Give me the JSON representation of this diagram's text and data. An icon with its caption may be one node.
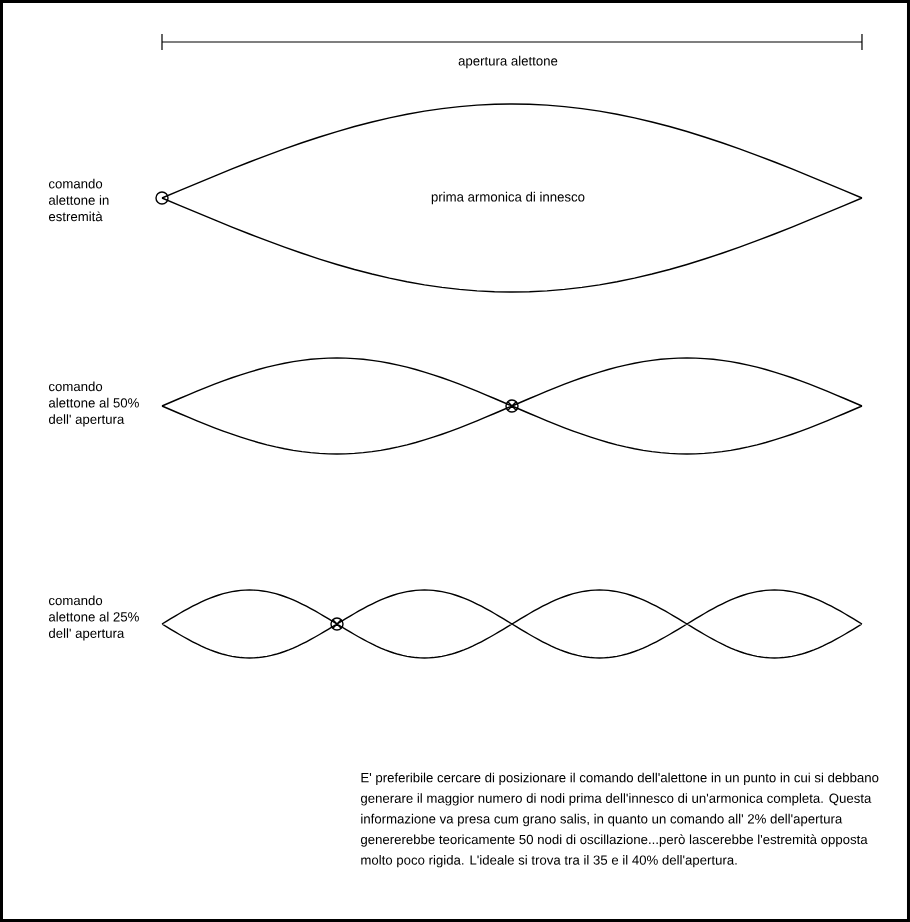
{
  "diagram": {
    "labels": [
      "apertura alettone",
      "comando alettone in estremità",
      "prima armonica di innesco",
      "comando alettone al 50% dell' apertura",
      "comando alettone al 25% dell' apertura",
      "E' preferibile cercare di posizionare il comando dell'alettone in un punto in cui si debbano generare il maggior numero di nodi prima dell'innesco di un'armonica completa.  Questa informazione va presa cum grano salis, in quanto un comando all' 2% dell'apertura genererebbe teoricamente 50 nodi di oscillazione...però lascerebbe l'estremità opposta molto poco rigida. L'ideale si trova tra il 35 e il 40% dell'apertura."
    ]
  }
}
